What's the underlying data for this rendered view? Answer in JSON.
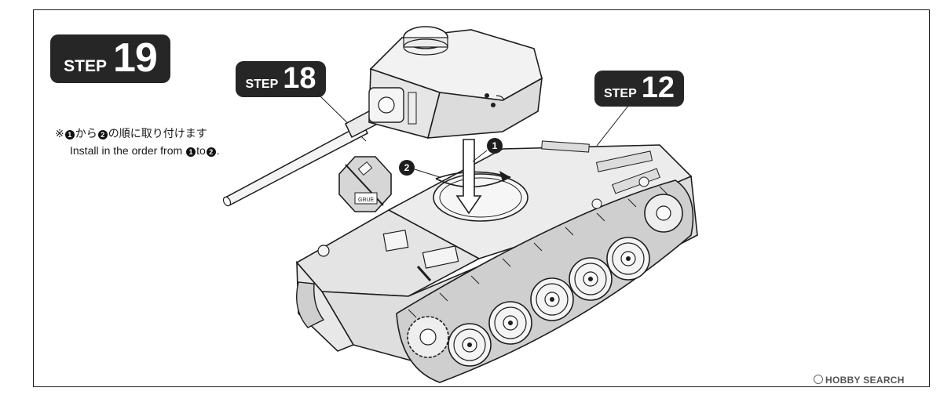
{
  "steps": {
    "main": {
      "word": "STEP",
      "number": "19"
    },
    "turret_ref": {
      "word": "STEP",
      "number": "18"
    },
    "hull_ref": {
      "word": "STEP",
      "number": "12"
    }
  },
  "instructions": {
    "japanese_prefix": "※",
    "japanese_mid": "から",
    "japanese_suffix": "の順に取り付けます",
    "english_prefix": "Install in the order from ",
    "english_mid": "to",
    "english_suffix": "."
  },
  "order_markers": [
    "1",
    "2"
  ],
  "glue_icon_label": "GRUE",
  "watermark": "HOBBY SEARCH",
  "colors": {
    "badge_bg": "#262626",
    "line": "#1e1e1e",
    "panel_fill": "#e9e9e9"
  }
}
